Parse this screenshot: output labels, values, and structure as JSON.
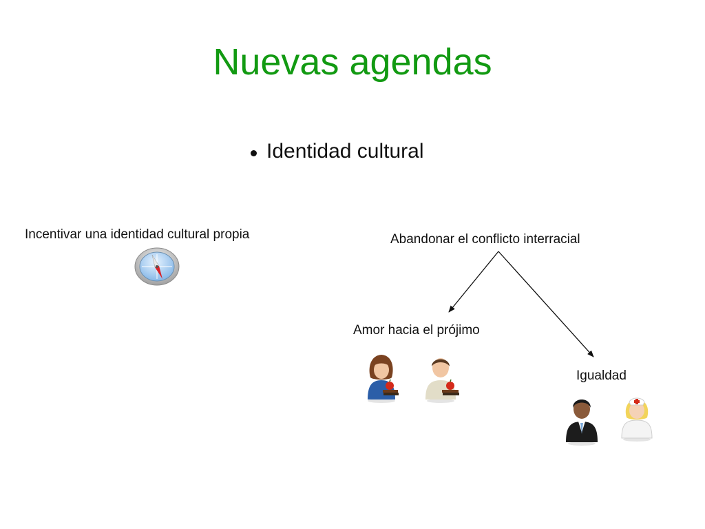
{
  "slide": {
    "title": "Nuevas agendas",
    "bullet": "Identidad cultural"
  },
  "nodes": {
    "incentivar": "Incentivar una identidad cultural propia",
    "abandonar": "Abandonar el conflicto interracial",
    "amor": "Amor hacia el prójimo",
    "igualdad": "Igualdad"
  },
  "icons": [
    "compass-icon",
    "woman-with-apple-and-books-icon",
    "man-with-apple-and-books-icon",
    "businessman-icon",
    "nurse-icon"
  ],
  "colors": {
    "title": "#129a12"
  }
}
